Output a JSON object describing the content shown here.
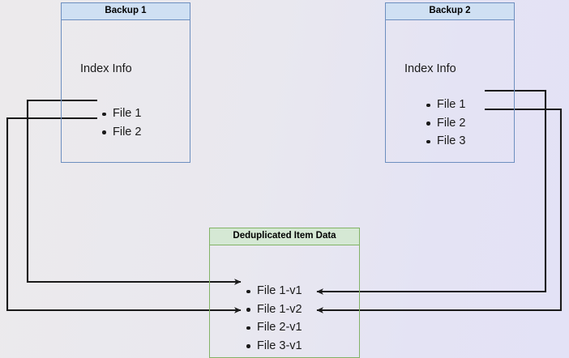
{
  "diagram": {
    "title": "Backup deduplication index diagram",
    "background_gradient_from": "#eceaec",
    "background_gradient_to": "#e3e2f6",
    "blue_border": "#6c8ebf",
    "blue_header_fill": "#cfe0f3",
    "green_border": "#82b366",
    "green_header_fill": "#d5e8d4",
    "connector_color": "#1a1a1a"
  },
  "backup1": {
    "header": "Backup 1",
    "index_label": "Index Info",
    "files": [
      {
        "label": "File 1"
      },
      {
        "label": "File 2"
      }
    ]
  },
  "backup2": {
    "header": "Backup 2",
    "index_label": "Index Info",
    "files": [
      {
        "label": "File 1"
      },
      {
        "label": "File 2"
      },
      {
        "label": "File 3"
      }
    ]
  },
  "dedup": {
    "header": "Deduplicated Item Data",
    "items": [
      {
        "label": "File 1-v1"
      },
      {
        "label": "File 1-v2"
      },
      {
        "label": "File 2-v1"
      },
      {
        "label": "File 3-v1"
      }
    ]
  },
  "connectors": [
    {
      "name": "backup1-file1-to-file1v1",
      "from": "Backup 1 / File 1",
      "to": "Deduplicated Item Data / File 1-v1"
    },
    {
      "name": "backup1-file2-to-file2v1",
      "from": "Backup 1 / File 2",
      "to": "Deduplicated Item Data / File 2-v1"
    },
    {
      "name": "backup2-file1-to-file1v2",
      "from": "Backup 2 / File 1",
      "to": "Deduplicated Item Data / File 1-v2"
    },
    {
      "name": "backup2-file2-to-file2v1",
      "from": "Backup 2 / File 2",
      "to": "Deduplicated Item Data / File 2-v1"
    }
  ]
}
